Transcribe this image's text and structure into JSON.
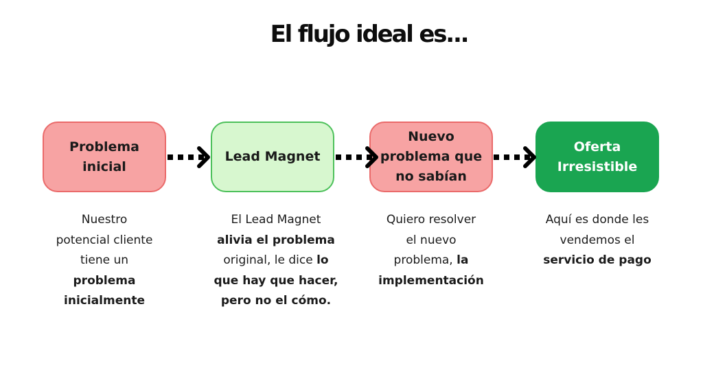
{
  "title": "El flujo ideal es...",
  "steps": [
    {
      "label_lines": [
        "Problema",
        "inicial"
      ],
      "style": "red",
      "description": [
        {
          "text": "Nuestro",
          "bold": false
        },
        {
          "text": "potencial cliente",
          "bold": false
        },
        {
          "text": "tiene un",
          "bold": false
        },
        {
          "text": "problema",
          "bold": true
        },
        {
          "text": "inicialmente",
          "bold": true
        }
      ]
    },
    {
      "label_lines": [
        "Lead Magnet"
      ],
      "style": "lightgreen",
      "description": [
        {
          "text": "El Lead Magnet",
          "bold": false
        },
        {
          "text": "alivia el problema",
          "bold": true
        },
        {
          "text": "original, le dice ",
          "bold": false,
          "tail": "lo",
          "tail_bold": true
        },
        {
          "text": "que hay que hacer,",
          "bold": true
        },
        {
          "text": "pero no el cómo.",
          "bold": true
        }
      ]
    },
    {
      "label_lines": [
        "Nuevo",
        "problema que",
        "no sabían"
      ],
      "style": "red",
      "description": [
        {
          "text": "Quiero resolver",
          "bold": false
        },
        {
          "text": "el nuevo",
          "bold": false
        },
        {
          "text": "problema, ",
          "bold": false,
          "tail": "la",
          "tail_bold": true
        },
        {
          "text": "implementación",
          "bold": true
        }
      ]
    },
    {
      "label_lines": [
        "Oferta",
        "Irresistible"
      ],
      "style": "darkgreen",
      "description": [
        {
          "text": "Aquí es donde les",
          "bold": false
        },
        {
          "text": "vendemos el",
          "bold": false
        },
        {
          "text": "servicio de pago",
          "bold": true
        }
      ]
    }
  ],
  "colors": {
    "red_fill": "#f7a3a3",
    "red_border": "#ea6a6a",
    "lightgreen_fill": "#d7f7cf",
    "lightgreen_border": "#4cc05a",
    "darkgreen_fill": "#1aa551",
    "arrow": "#000000"
  },
  "icons": [
    "dotted-arrow-right-icon"
  ]
}
